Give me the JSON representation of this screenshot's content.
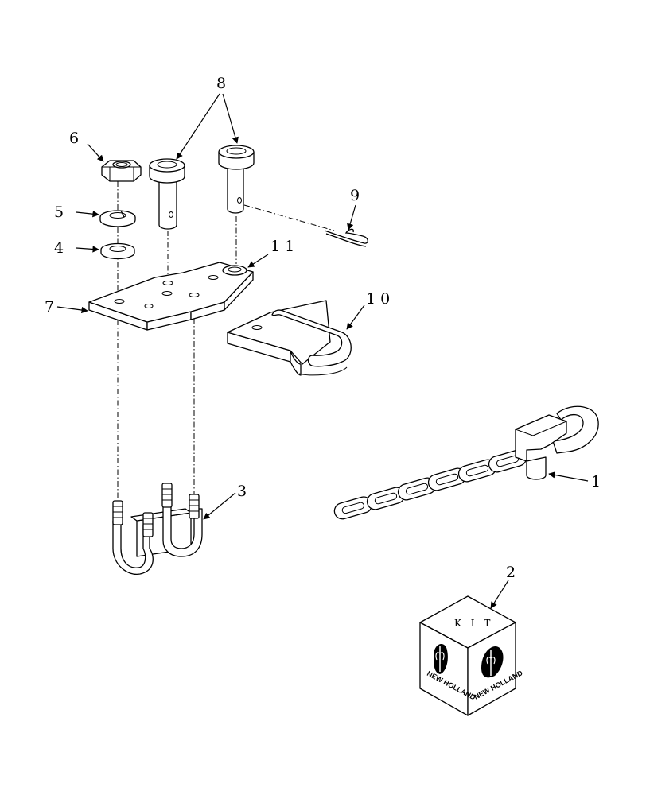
{
  "callouts": {
    "c1": "1",
    "c2": "2",
    "c3": "3",
    "c4": "4",
    "c5": "5",
    "c6": "6",
    "c7": "7",
    "c8": "8",
    "c9": "9",
    "c10": "1 0",
    "c11": "1 1"
  },
  "kit": {
    "label": "K I T",
    "brand_left": "NEW HOLLAND",
    "brand_right": "NEW HOLLAND"
  }
}
